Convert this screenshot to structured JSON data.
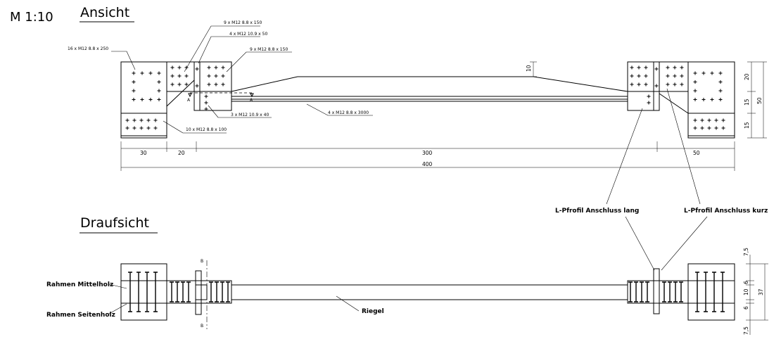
{
  "scale": "M 1:10",
  "views": {
    "elevation": "Ansicht",
    "plan": "Draufsicht"
  },
  "bolt_labels": {
    "b1": "16 x M12 8.8 x 250",
    "b2": "9 x M12 8.8 x 150",
    "b3": "4 x M12 10.9 x 50",
    "b4": "9 x M12 8.8 x 150",
    "b5": "10 x M12 8.8 x 100",
    "b6": "3 x M12 10.9 x 40",
    "b7": "4 x M12 8.8 x 3000"
  },
  "section_marks": {
    "a_left": "A",
    "a_right": "A",
    "b_top": "B",
    "b_bottom": "B"
  },
  "dimensions": {
    "bottom": [
      "30",
      "20",
      "300",
      "50"
    ],
    "total": "400",
    "right": [
      "20",
      "15",
      "15"
    ],
    "right_total": "50",
    "rise": "10",
    "plan_right": [
      "7,5",
      "6",
      "10",
      "6",
      "7,5"
    ],
    "plan_total": "37"
  },
  "labels": {
    "l_long": "L-Pfrofil Anschluss lang",
    "l_short": "L-Pfrofil Anschluss kurz",
    "middle": "Rahmen Mittelholz",
    "side": "Rahmen Seitenholz",
    "beam": "Riegel"
  }
}
